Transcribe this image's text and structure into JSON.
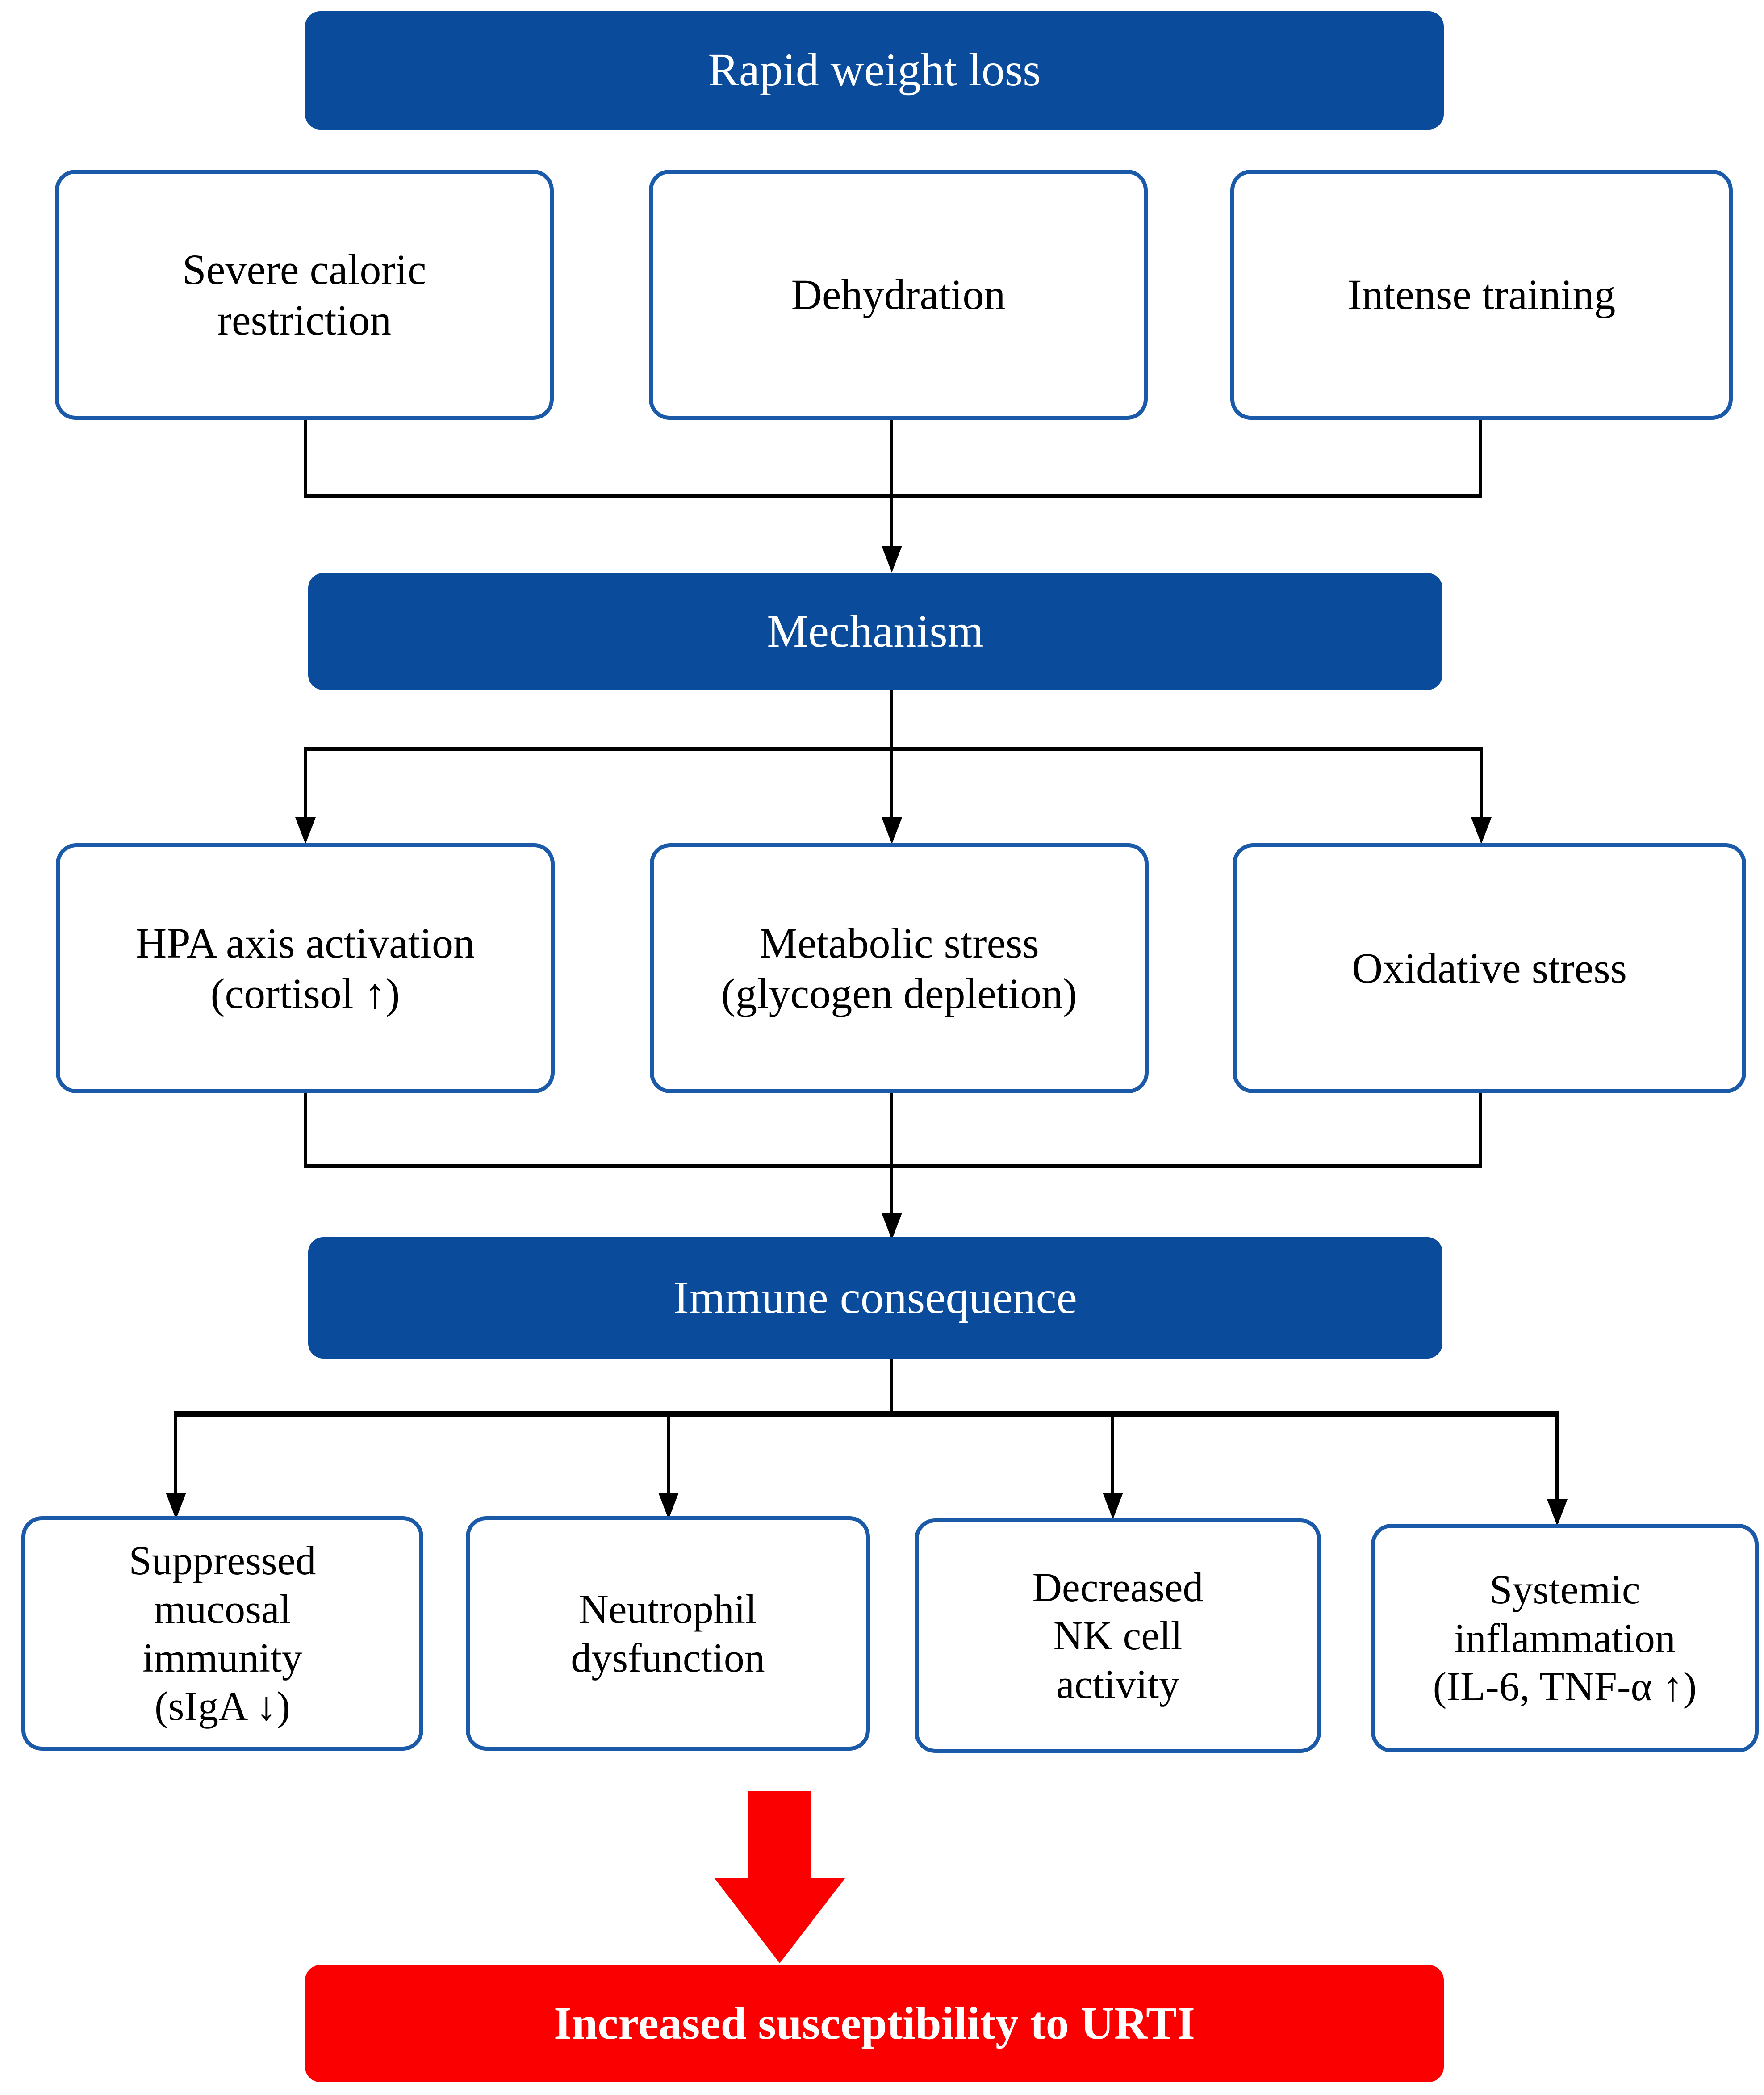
{
  "diagram": {
    "title": "Rapid weight loss",
    "type": "flowchart",
    "colors": {
      "banner_blue": "#0a4c9b",
      "card_border_blue": "#1a5aa8",
      "outcome_red": "#fb0000",
      "arrow_black": "#000000",
      "background": "#ffffff"
    },
    "levels": [
      {
        "id": "level-0",
        "kind": "banner",
        "label": "Rapid weight loss"
      },
      {
        "id": "level-1",
        "kind": "cards",
        "items": [
          {
            "label": "Severe caloric\nrestriction"
          },
          {
            "label": "Dehydration"
          },
          {
            "label": "Intense training"
          }
        ]
      },
      {
        "id": "level-2",
        "kind": "banner",
        "label": "Mechanism"
      },
      {
        "id": "level-3",
        "kind": "cards",
        "items": [
          {
            "label": "HPA axis activation\n(cortisol ↑)"
          },
          {
            "label": "Metabolic stress\n(glycogen depletion)"
          },
          {
            "label": "Oxidative stress"
          }
        ]
      },
      {
        "id": "level-4",
        "kind": "banner",
        "label": "Immune consequence"
      },
      {
        "id": "level-5",
        "kind": "cards",
        "items": [
          {
            "label": "Suppressed\nmucosal\nimmunity\n(sIgA ↓)"
          },
          {
            "label": "Neutrophil\ndysfunction"
          },
          {
            "label": "Decreased\nNK cell\nactivity"
          },
          {
            "label": "Systemic\ninflammation\n(IL-6, TNF-α ↑)"
          }
        ]
      },
      {
        "id": "level-6",
        "kind": "outcome",
        "label": "Increased susceptibility to URTI"
      }
    ]
  }
}
